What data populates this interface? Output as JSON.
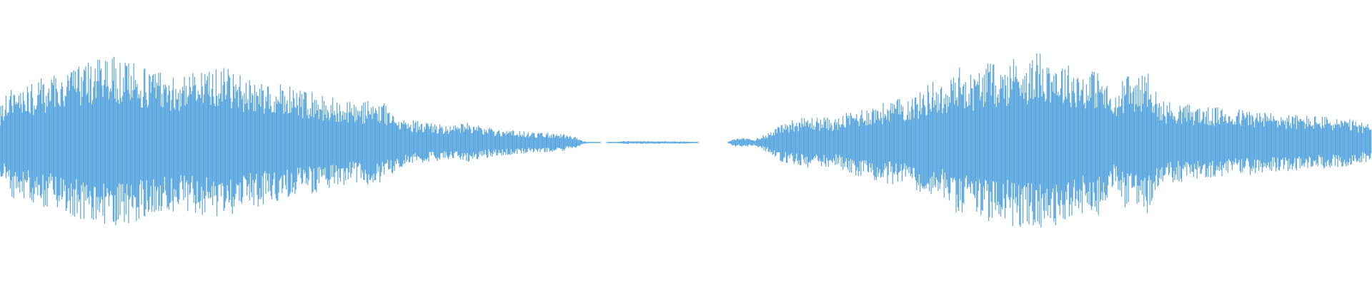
{
  "waveform": {
    "color": "#5ba7e0",
    "background": "#ffffff",
    "amplitude_envelope": [
      [
        0.0,
        0.25
      ],
      [
        0.005,
        0.35
      ],
      [
        0.012,
        0.42
      ],
      [
        0.02,
        0.4
      ],
      [
        0.03,
        0.45
      ],
      [
        0.04,
        0.48
      ],
      [
        0.05,
        0.52
      ],
      [
        0.06,
        0.55
      ],
      [
        0.07,
        0.58
      ],
      [
        0.078,
        0.62
      ],
      [
        0.09,
        0.58
      ],
      [
        0.1,
        0.55
      ],
      [
        0.11,
        0.52
      ],
      [
        0.12,
        0.5
      ],
      [
        0.13,
        0.48
      ],
      [
        0.14,
        0.5
      ],
      [
        0.15,
        0.52
      ],
      [
        0.16,
        0.55
      ],
      [
        0.17,
        0.5
      ],
      [
        0.18,
        0.46
      ],
      [
        0.19,
        0.45
      ],
      [
        0.2,
        0.42
      ],
      [
        0.21,
        0.4
      ],
      [
        0.22,
        0.38
      ],
      [
        0.23,
        0.35
      ],
      [
        0.24,
        0.33
      ],
      [
        0.25,
        0.3
      ],
      [
        0.26,
        0.28
      ],
      [
        0.27,
        0.3
      ],
      [
        0.28,
        0.28
      ],
      [
        0.285,
        0.25
      ],
      [
        0.29,
        0.18
      ],
      [
        0.3,
        0.16
      ],
      [
        0.31,
        0.15
      ],
      [
        0.32,
        0.13
      ],
      [
        0.33,
        0.12
      ],
      [
        0.34,
        0.14
      ],
      [
        0.35,
        0.12
      ],
      [
        0.36,
        0.1
      ],
      [
        0.37,
        0.09
      ],
      [
        0.38,
        0.08
      ],
      [
        0.39,
        0.07
      ],
      [
        0.4,
        0.07
      ],
      [
        0.41,
        0.06
      ],
      [
        0.42,
        0.04
      ],
      [
        0.425,
        0.01
      ],
      [
        0.43,
        0.005
      ],
      [
        0.44,
        0.0
      ],
      [
        0.45,
        0.005
      ],
      [
        0.455,
        0.01
      ],
      [
        0.5,
        0.008
      ],
      [
        0.505,
        0.005
      ],
      [
        0.51,
        0.0
      ],
      [
        0.53,
        0.0
      ],
      [
        0.535,
        0.03
      ],
      [
        0.545,
        0.03
      ],
      [
        0.55,
        0.02
      ],
      [
        0.555,
        0.05
      ],
      [
        0.56,
        0.07
      ],
      [
        0.565,
        0.1
      ],
      [
        0.57,
        0.14
      ],
      [
        0.58,
        0.17
      ],
      [
        0.59,
        0.18
      ],
      [
        0.6,
        0.18
      ],
      [
        0.61,
        0.17
      ],
      [
        0.615,
        0.2
      ],
      [
        0.62,
        0.22
      ],
      [
        0.63,
        0.25
      ],
      [
        0.64,
        0.27
      ],
      [
        0.65,
        0.3
      ],
      [
        0.66,
        0.32
      ],
      [
        0.67,
        0.35
      ],
      [
        0.68,
        0.45
      ],
      [
        0.69,
        0.38
      ],
      [
        0.697,
        0.55
      ],
      [
        0.71,
        0.48
      ],
      [
        0.72,
        0.58
      ],
      [
        0.73,
        0.52
      ],
      [
        0.74,
        0.62
      ],
      [
        0.75,
        0.58
      ],
      [
        0.758,
        0.65
      ],
      [
        0.77,
        0.58
      ],
      [
        0.78,
        0.55
      ],
      [
        0.79,
        0.5
      ],
      [
        0.8,
        0.52
      ],
      [
        0.805,
        0.45
      ],
      [
        0.812,
        0.3
      ],
      [
        0.82,
        0.48
      ],
      [
        0.83,
        0.46
      ],
      [
        0.838,
        0.52
      ],
      [
        0.845,
        0.3
      ],
      [
        0.86,
        0.28
      ],
      [
        0.88,
        0.25
      ],
      [
        0.9,
        0.24
      ],
      [
        0.92,
        0.22
      ],
      [
        0.94,
        0.2
      ],
      [
        0.96,
        0.19
      ],
      [
        0.98,
        0.17
      ],
      [
        0.99,
        0.15
      ],
      [
        1.0,
        0.13
      ]
    ]
  }
}
